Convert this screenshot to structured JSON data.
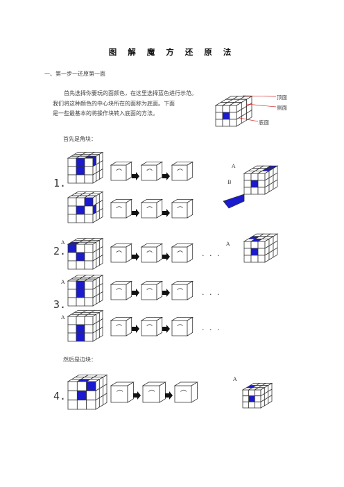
{
  "title": "图 解 魔 方 还 原 法",
  "section1": "一、第一步一还原第一面",
  "intro_line1": "首先选择你要玩的面颜色，在这里选择蓝色进行示范。我们将这种颜色的中心块所在的面称为底面。下面",
  "intro_line2": "是一些最基本的将操作块转入底面的方法。",
  "corner_heading": "首先是角块：",
  "edge_heading": "然后是边块：",
  "face_labels": {
    "top": "顶面",
    "side": "侧面",
    "bottom": "底面"
  },
  "step_numbers": [
    "1.",
    "2.",
    "3.",
    "4."
  ],
  "ellipsis": "· · ·",
  "marker_a": "A",
  "marker_b": "B",
  "colors": {
    "blue": "#1a1ad0",
    "ink": "#333333",
    "red": "#d23030"
  }
}
